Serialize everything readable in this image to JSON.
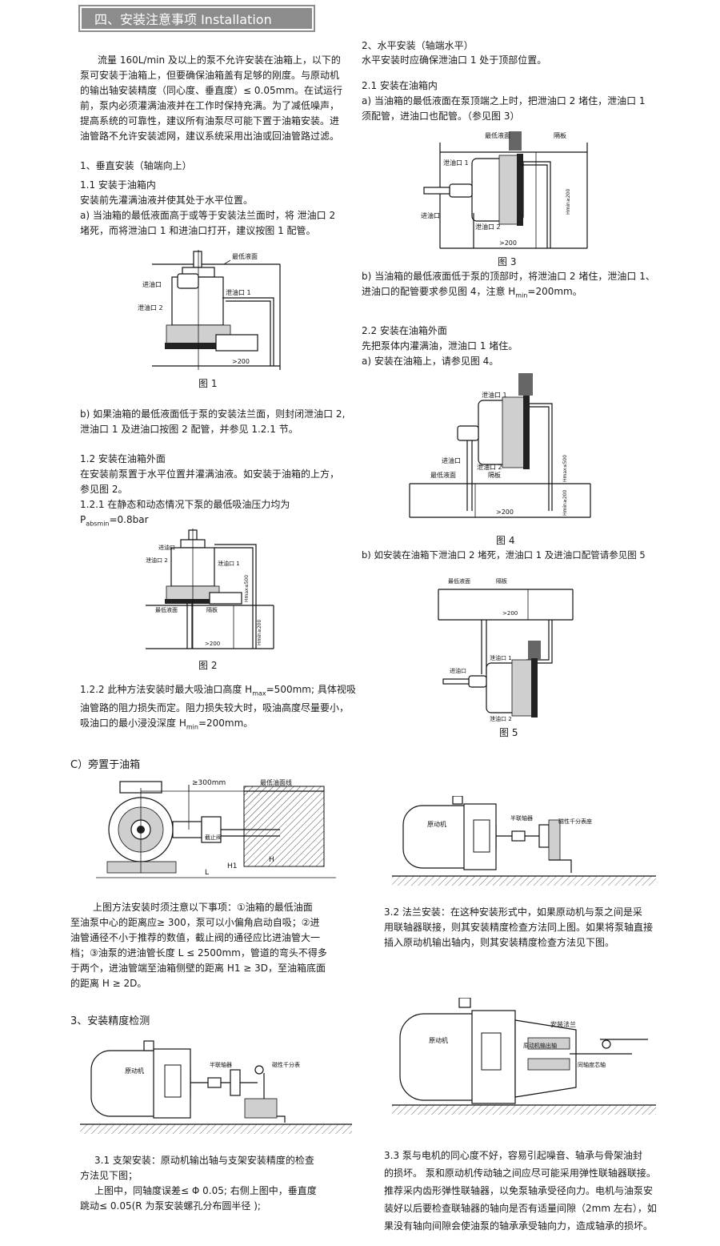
{
  "header": {
    "title": "四、安装注意事项 Installation Notes"
  },
  "left": {
    "intro": [
      "流量 160L/min 及以上的泵不允许安装在油箱上，以下的",
      "泵可安装于油箱上，但要确保油箱盖有足够的刚度。与原动机",
      "的输出轴安装精度（同心度、垂直度）≤ 0.05mm。在试运行",
      "前，泵内必须灌满油液并在工作时保持充满。为了减低噪声，",
      "提高系统的可靠性，建议所有油泵尽可能下置于油箱安装。进",
      "油管路不允许安装滤网，建议系统采用出油或回油管路过滤。"
    ],
    "s1_title": "1、垂直安装（轴端向上）",
    "s11_title": "1.1 安装于油箱内",
    "s11_lines": [
      "安装前先灌满油液并使其处于水平位置。",
      "a) 当油箱的最低液面高于或等于安装法兰面时，将 泄油口 2",
      "堵死，而将泄油口 1 和进油口打开，建议按图 1 配管。"
    ],
    "fig1": {
      "caption": "图 1",
      "l_min": "最低液面",
      "l_in": "进油口",
      "l_d1": "泄油口 1",
      "l_d2": "泄油口 2",
      "l_dim": ">200"
    },
    "s11_b": [
      "b) 如果油箱的最低液面低于泵的安装法兰面，则封闭泄油口 2,",
      "泄油口 1 及进油口按图 2 配管，并参见 1.2.1 节。"
    ],
    "s12_title": "1.2 安装在油箱外面",
    "s12_lines": [
      "在安装前泵置于水平位置并灌满油液。如安装于油箱的上方，",
      "参见图 2。",
      "1.2.1 在静态和动态情况下泵的最低吸油压力均为"
    ],
    "s121_p": "P",
    "s121_sub": "absmin",
    "s121_val": "=0.8bar",
    "fig2": {
      "caption": "图 2",
      "l_in": "进油口",
      "l_d2": "泄油口 2",
      "l_d1": "泄油口 1",
      "l_min": "最低液面",
      "l_baffle": "隔板",
      "l_dim": ">200",
      "l_hmax": "Hmax≤500",
      "l_hmin": "Hmin≥200"
    },
    "s122_a": "1.2.2 此种方法安装时最大吸油口高度 H",
    "s122_a_sub": "max",
    "s122_a_end": "=500mm; 具体视吸",
    "s122_b": "油管路的阻力损失而定。阻力损失较大时，吸油高度尽量要小，",
    "s122_c": "吸油口的最小浸没深度 H",
    "s122_c_sub": "min",
    "s122_c_end": "=200mm。"
  },
  "right": {
    "s2_title": "2、水平安装（轴端水平）",
    "s2_line": "水平安装时应确保泄油口 1 处于顶部位置。",
    "s21_title": "2.1 安装在油箱内",
    "s21_a": [
      "a) 当油箱的最低液面在泵顶端之上时，把泄油口 2 堵住，泄油口 1",
      "须配管，进油口也配管。（参见图 3）"
    ],
    "fig3": {
      "caption": "图 3",
      "l_min": "最低液面",
      "l_baffle": "隔板",
      "l_d1": "泄油口 1",
      "l_in": "进油口",
      "l_d2": "泄油口 2",
      "l_dim": ">200",
      "l_h": "Hmin≥200"
    },
    "s21_b1": "b) 当油箱的最低液面低于泵的顶部时，将泄油口 2 堵住，泄油口 1、",
    "s21_b2": "进油口的配管要求参见图 4，注意 H",
    "s21_b2_sub": "min",
    "s21_b2_end": "=200mm。",
    "s22_title": "2.2 安装在油箱外面",
    "s22_lines": [
      "先把泵体内灌满油，泄油口 1 堵住。",
      "a) 安装在油箱上，请参见图 4。"
    ],
    "fig4": {
      "caption": "图 4",
      "l_d1": "泄油口 1",
      "l_in": "进油口",
      "l_d2": "泄油口 2",
      "l_min": "最低液面",
      "l_baffle": "隔板",
      "l_dim": ">200",
      "l_hmax": "Hmax≤500",
      "l_hmin": "Hmin≥200"
    },
    "s22_b": "b) 如安装在油箱下泄油口 2 堵死，泄油口 1 及进油口配管请参见图 5",
    "fig5": {
      "caption": "图 5",
      "l_min": "最低液面",
      "l_baffle": "隔板",
      "l_dim": ">200",
      "l_d1": "泄油口 1",
      "l_in": "进油口",
      "l_d2": "泄油口 2"
    }
  },
  "sideways": {
    "title": "C）旁置于油箱",
    "fig": {
      "l_300": "≥300mm",
      "l_min": "最低油面线",
      "l_valve": "截止阀",
      "l_h1": "H1",
      "l_l": "L",
      "l_h": "H"
    },
    "lines": [
      "上图方法安装时须注意以下事项：①油箱的最低油面",
      "至油泵中心的距离应≥ 300，泵可以小偏角启动自吸；②进",
      "油管通径不小于推荐的数值，截止阀的通径应比进油管大一",
      "档；③油泵的进油管长度 L ≤ 2500mm，管道的弯头不得多",
      "于两个，进油管端至油箱侧壁的距离 H1 ≥ 3D，至油箱底面",
      "的距离 H ≥ 2D。"
    ]
  },
  "flange": {
    "fig": {
      "l_motor": "原动机",
      "l_coupling": "半联轴器",
      "l_dial": "磁性千分表座"
    },
    "lines": [
      "3.2 法兰安装：在这种安装形式中，如果原动机与泵之间是采",
      "用联轴器联接，则其安装精度检查方法同上图。如果将泵轴直接",
      "插入原动机输出轴内，则其安装精度检查方法见下图。"
    ]
  },
  "accuracy": {
    "title": "3、安装精度检测",
    "fig": {
      "l_motor": "原动机",
      "l_coupling": "半联轴器",
      "l_dial": "磁性千分表"
    },
    "lines": [
      "3.1 支架安装：原动机输出轴与支架安装精度的检查",
      "方法见下图；",
      "上图中，同轴度误差≤ Φ 0.05; 右侧上图中，垂直度",
      "跳动≤ 0.05(R 为泵安装螺孔分布圆半径 );"
    ]
  },
  "direct": {
    "fig": {
      "l_motor": "原动机",
      "l_flange": "安装法兰",
      "l_shaft": "原动机输出轴",
      "l_test": "同轴度芯轴"
    },
    "lines": [
      "3.3 泵与电机的同心度不好，容易引起噪音、轴承与骨架油封",
      "的损坏。 泵和原动机传动轴之间应尽可能采用弹性联轴器联接。",
      "推荐采内齿形弹性联轴器，以免泵轴承受径向力。电机与油泵安",
      "装好以后要检查联轴器的轴向是否有适量间隙（2mm 左右），如",
      "果没有轴向间隙会使油泵的轴承承受轴向力，造成轴承的损坏。"
    ]
  }
}
